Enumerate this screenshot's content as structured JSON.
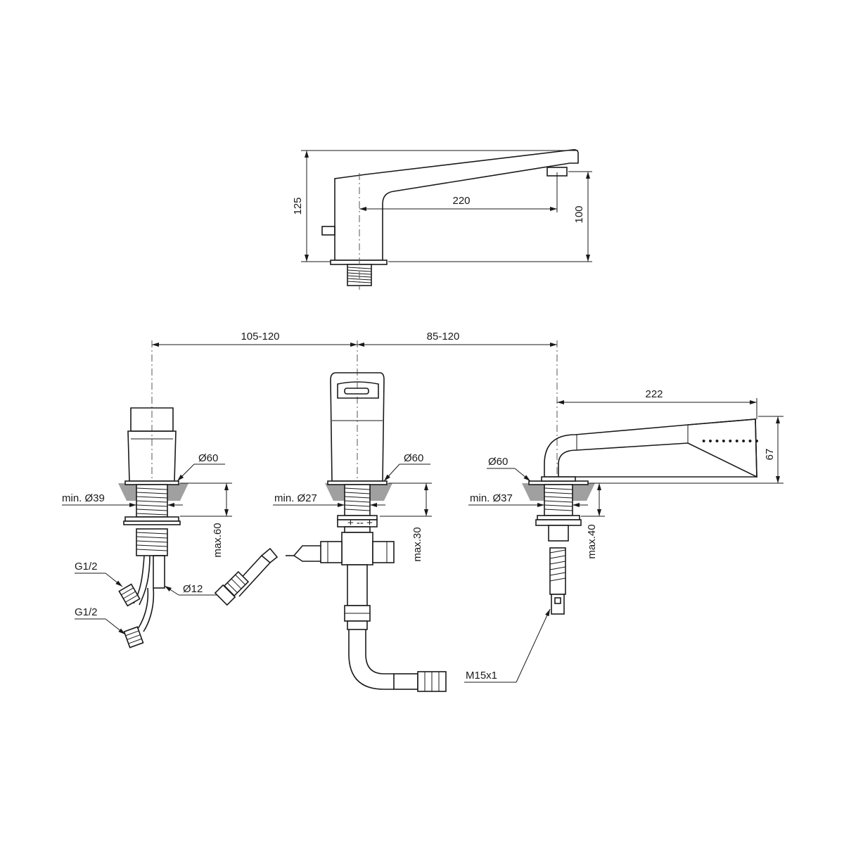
{
  "top_view": {
    "dim_height": "125",
    "dim_reach": "220",
    "dim_spout_height": "100"
  },
  "spacing": {
    "left": "105-120",
    "right": "85-120"
  },
  "left_unit": {
    "flange_dia": "Ø60",
    "min_hole": "min. Ø39",
    "max_deck": "max.60",
    "thread_1": "G1/2",
    "thread_2": "G1/2",
    "hose_dia": "Ø12"
  },
  "center_unit": {
    "flange_dia": "Ø60",
    "min_hole": "min. Ø27",
    "max_deck": "max.30"
  },
  "right_unit": {
    "flange_dia": "Ø60",
    "min_hole": "min. Ø37",
    "max_deck": "max.40",
    "hand_shower_length": "222",
    "hand_shower_height": "67",
    "connection_thread": "M15x1"
  }
}
